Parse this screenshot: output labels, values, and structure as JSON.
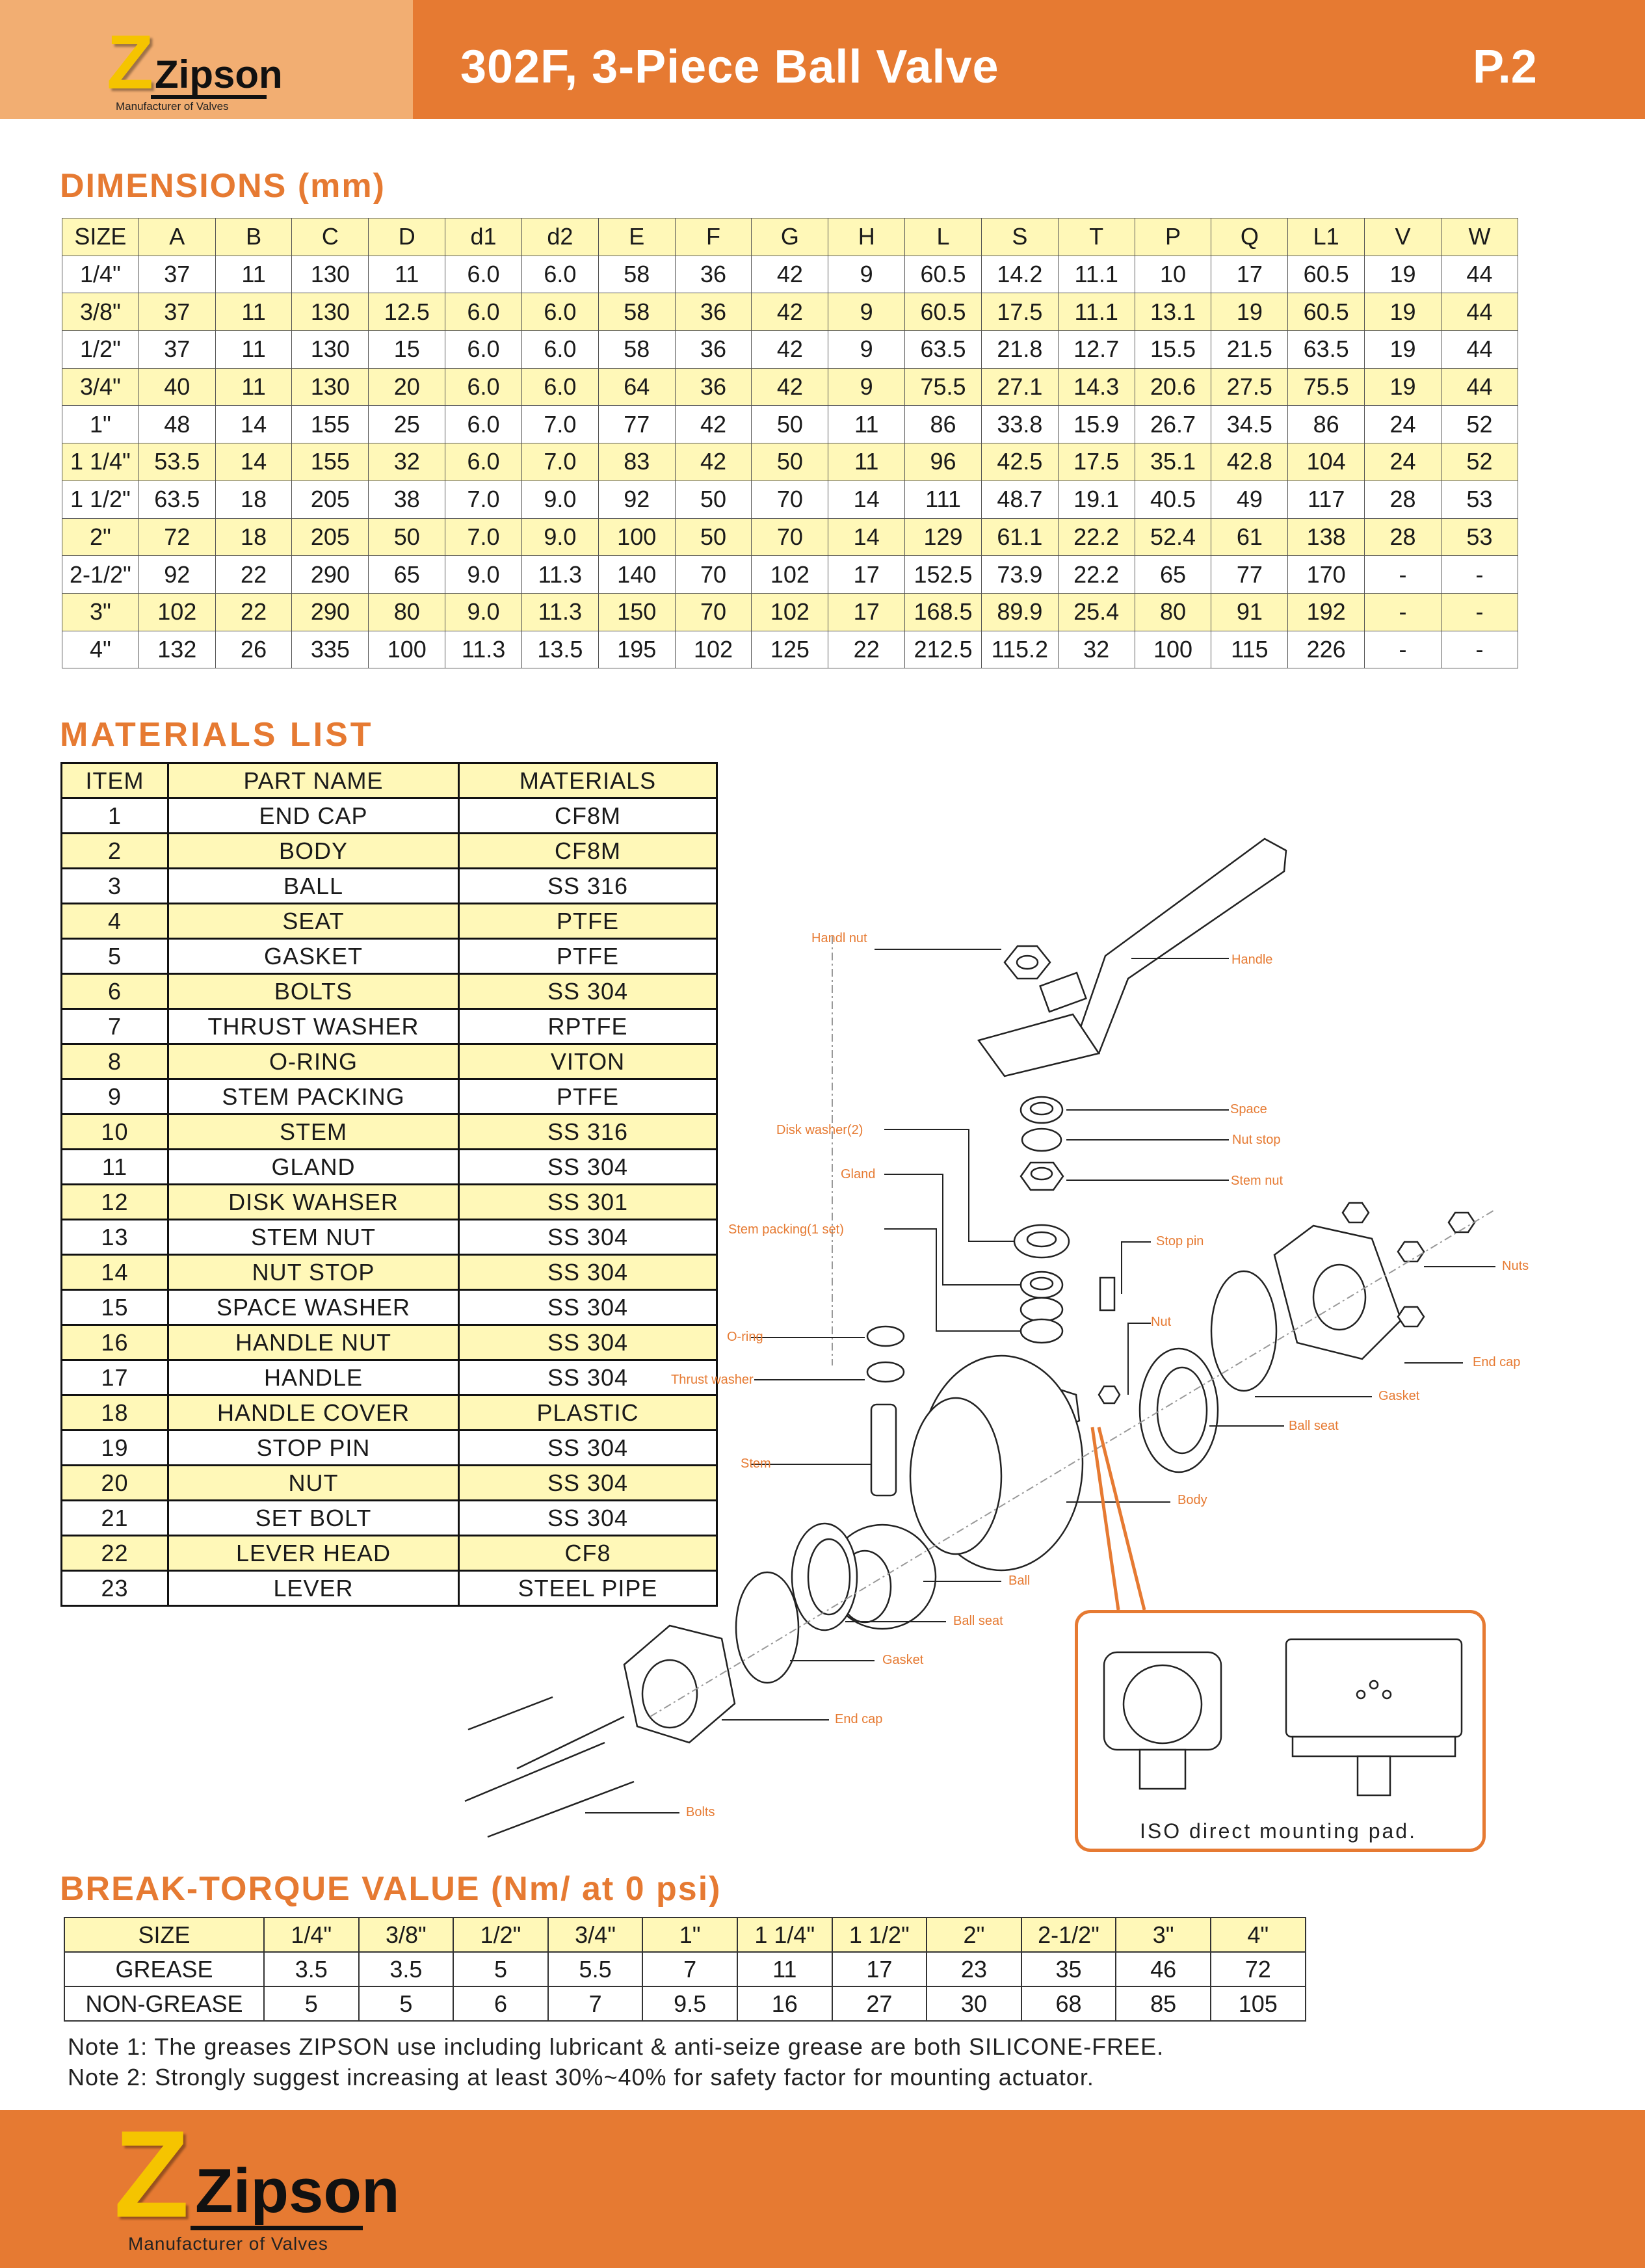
{
  "header": {
    "brand": "Zipson",
    "tagline": "Manufacturer of Valves",
    "title": "302F, 3-Piece Ball Valve",
    "page": "P.2"
  },
  "dimensions": {
    "heading": "DIMENSIONS (mm)",
    "columns": [
      "SIZE",
      "A",
      "B",
      "C",
      "D",
      "d1",
      "d2",
      "E",
      "F",
      "G",
      "H",
      "L",
      "S",
      "T",
      "P",
      "Q",
      "L1",
      "V",
      "W"
    ],
    "rows": [
      [
        "1/4\"",
        "37",
        "11",
        "130",
        "11",
        "6.0",
        "6.0",
        "58",
        "36",
        "42",
        "9",
        "60.5",
        "14.2",
        "11.1",
        "10",
        "17",
        "60.5",
        "19",
        "44"
      ],
      [
        "3/8\"",
        "37",
        "11",
        "130",
        "12.5",
        "6.0",
        "6.0",
        "58",
        "36",
        "42",
        "9",
        "60.5",
        "17.5",
        "11.1",
        "13.1",
        "19",
        "60.5",
        "19",
        "44"
      ],
      [
        "1/2\"",
        "37",
        "11",
        "130",
        "15",
        "6.0",
        "6.0",
        "58",
        "36",
        "42",
        "9",
        "63.5",
        "21.8",
        "12.7",
        "15.5",
        "21.5",
        "63.5",
        "19",
        "44"
      ],
      [
        "3/4\"",
        "40",
        "11",
        "130",
        "20",
        "6.0",
        "6.0",
        "64",
        "36",
        "42",
        "9",
        "75.5",
        "27.1",
        "14.3",
        "20.6",
        "27.5",
        "75.5",
        "19",
        "44"
      ],
      [
        "1\"",
        "48",
        "14",
        "155",
        "25",
        "6.0",
        "7.0",
        "77",
        "42",
        "50",
        "11",
        "86",
        "33.8",
        "15.9",
        "26.7",
        "34.5",
        "86",
        "24",
        "52"
      ],
      [
        "1 1/4\"",
        "53.5",
        "14",
        "155",
        "32",
        "6.0",
        "7.0",
        "83",
        "42",
        "50",
        "11",
        "96",
        "42.5",
        "17.5",
        "35.1",
        "42.8",
        "104",
        "24",
        "52"
      ],
      [
        "1 1/2\"",
        "63.5",
        "18",
        "205",
        "38",
        "7.0",
        "9.0",
        "92",
        "50",
        "70",
        "14",
        "111",
        "48.7",
        "19.1",
        "40.5",
        "49",
        "117",
        "28",
        "53"
      ],
      [
        "2\"",
        "72",
        "18",
        "205",
        "50",
        "7.0",
        "9.0",
        "100",
        "50",
        "70",
        "14",
        "129",
        "61.1",
        "22.2",
        "52.4",
        "61",
        "138",
        "28",
        "53"
      ],
      [
        "2-1/2\"",
        "92",
        "22",
        "290",
        "65",
        "9.0",
        "11.3",
        "140",
        "70",
        "102",
        "17",
        "152.5",
        "73.9",
        "22.2",
        "65",
        "77",
        "170",
        "-",
        "-"
      ],
      [
        "3\"",
        "102",
        "22",
        "290",
        "80",
        "9.0",
        "11.3",
        "150",
        "70",
        "102",
        "17",
        "168.5",
        "89.9",
        "25.4",
        "80",
        "91",
        "192",
        "-",
        "-"
      ],
      [
        "4\"",
        "132",
        "26",
        "335",
        "100",
        "11.3",
        "13.5",
        "195",
        "102",
        "125",
        "22",
        "212.5",
        "115.2",
        "32",
        "100",
        "115",
        "226",
        "-",
        "-"
      ]
    ]
  },
  "materials": {
    "heading": "MATERIALS  LIST",
    "columns": [
      "ITEM",
      "PART NAME",
      "MATERIALS"
    ],
    "rows": [
      [
        "1",
        "END CAP",
        "CF8M"
      ],
      [
        "2",
        "BODY",
        "CF8M"
      ],
      [
        "3",
        "BALL",
        "SS 316"
      ],
      [
        "4",
        "SEAT",
        "PTFE"
      ],
      [
        "5",
        "GASKET",
        "PTFE"
      ],
      [
        "6",
        "BOLTS",
        "SS 304"
      ],
      [
        "7",
        "THRUST WASHER",
        "RPTFE"
      ],
      [
        "8",
        "O-RING",
        "VITON"
      ],
      [
        "9",
        "STEM PACKING",
        "PTFE"
      ],
      [
        "10",
        "STEM",
        "SS 316"
      ],
      [
        "11",
        "GLAND",
        "SS 304"
      ],
      [
        "12",
        "DISK WAHSER",
        "SS 301"
      ],
      [
        "13",
        "STEM NUT",
        "SS 304"
      ],
      [
        "14",
        "NUT STOP",
        "SS 304"
      ],
      [
        "15",
        "SPACE WASHER",
        "SS 304"
      ],
      [
        "16",
        "HANDLE NUT",
        "SS 304"
      ],
      [
        "17",
        "HANDLE",
        "SS 304"
      ],
      [
        "18",
        "HANDLE  COVER",
        "PLASTIC"
      ],
      [
        "19",
        "STOP PIN",
        "SS 304"
      ],
      [
        "20",
        "NUT",
        "SS 304"
      ],
      [
        "21",
        "SET BOLT",
        "SS 304"
      ],
      [
        "22",
        "LEVER HEAD",
        "CF8"
      ],
      [
        "23",
        "LEVER",
        "STEEL PIPE"
      ]
    ]
  },
  "diagram": {
    "labels": [
      "Handl nut",
      "Handle",
      "Space",
      "Disk washer(2)",
      "Nut stop",
      "Gland",
      "Stem nut",
      "Stem packing(1 set)",
      "Stop pin",
      "Nuts",
      "Nut",
      "O-ring",
      "End cap",
      "Thrust washer",
      "Gasket",
      "Ball seat",
      "Stem",
      "Body",
      "Ball",
      "Ball seat",
      "Gasket",
      "End cap",
      "Bolts"
    ],
    "iso_caption": "ISO  direct  mounting  pad."
  },
  "torque": {
    "heading": "BREAK-TORQUE VALUE (Nm/ at 0 psi)",
    "columns": [
      "SIZE",
      "1/4\"",
      "3/8\"",
      "1/2\"",
      "3/4\"",
      "1\"",
      "1 1/4\"",
      "1 1/2\"",
      "2\"",
      "2-1/2\"",
      "3\"",
      "4\""
    ],
    "rows": [
      [
        "GREASE",
        "3.5",
        "3.5",
        "5",
        "5.5",
        "7",
        "11",
        "17",
        "23",
        "35",
        "46",
        "72"
      ],
      [
        "NON-GREASE",
        "5",
        "5",
        "6",
        "7",
        "9.5",
        "16",
        "27",
        "30",
        "68",
        "85",
        "105"
      ]
    ]
  },
  "notes": [
    "Note 1: The greases ZIPSON use including lubricant & anti-seize grease are both SILICONE-FREE.",
    "Note 2: Strongly suggest increasing at least 30%~40% for safety factor for mounting actuator."
  ],
  "colors": {
    "orange": "#E67A32",
    "light_orange": "#F2AE72",
    "yellow_row": "#FFF8B8",
    "logo_yellow": "#F5C400"
  }
}
